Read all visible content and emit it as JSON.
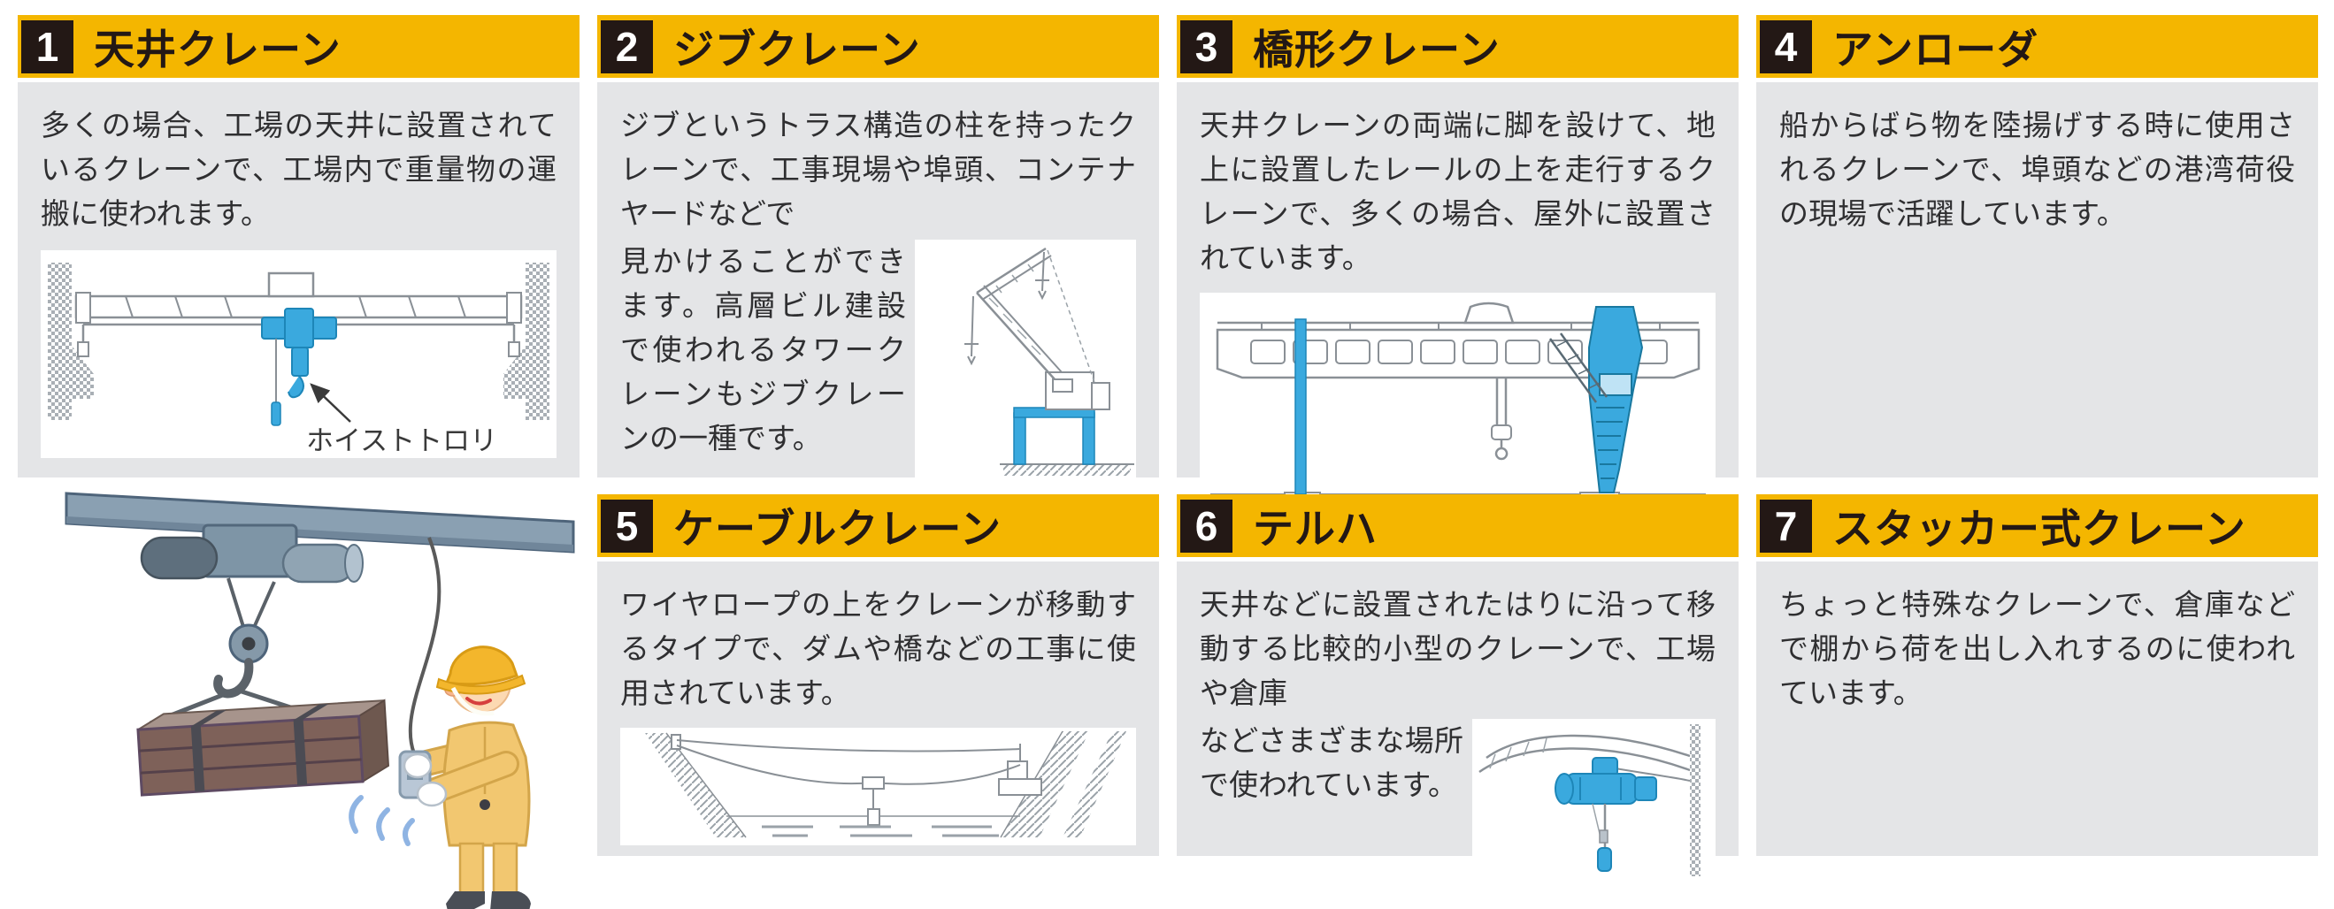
{
  "colors": {
    "header_yellow": "#F4B600",
    "number_box_bg": "#231815",
    "number_text": "#FFFFFF",
    "title_text": "#231815",
    "card_body_bg": "#E4E5E7",
    "body_text": "#2F2F31",
    "illustration_blue": "#3AA9DE",
    "line_gray": "#8A9096"
  },
  "cards": [
    {
      "number": "1",
      "title": "天井クレーン",
      "body": "多くの場合、工場の天井に設置されているクレーンで、工場内で重量物の運搬に使われます。",
      "caption": "ホイストトロリ",
      "illustration": "overhead-crane-diagram"
    },
    {
      "number": "2",
      "title": "ジブクレーン",
      "body_intro": "ジブというトラス構造の柱を持ったクレーンで、工事現場や埠頭、コンテナヤードなどで",
      "body_rest": "見かけることができます。高層ビル建設で使われるタワークレーンもジブクレーンの一種です。",
      "illustration": "jib-crane-diagram"
    },
    {
      "number": "3",
      "title": "橋形クレーン",
      "body": "天井クレーンの両端に脚を設けて、地上に設置したレールの上を走行するクレーンで、多くの場合、屋外に設置されています。",
      "illustration": "gantry-crane-diagram"
    },
    {
      "number": "4",
      "title": "アンローダ",
      "body": "船からばら物を陸揚げする時に使用されるクレーンで、埠頭などの港湾荷役の現場で活躍しています。"
    },
    {
      "number": "5",
      "title": "ケーブルクレーン",
      "body": "ワイヤロープの上をクレーンが移動するタイプで、ダムや橋などの工事に使用されています。",
      "illustration": "cable-crane-diagram"
    },
    {
      "number": "6",
      "title": "テルハ",
      "body_intro": "天井などに設置されたはりに沿って移動する比較的小型のクレーンで、工場や倉庫",
      "body_rest": "などさまざまな場所で使われています。",
      "illustration": "telpher-diagram"
    },
    {
      "number": "7",
      "title": "スタッカー式クレーン",
      "body": "ちょっと特殊なクレーンで、倉庫などで棚から荷を出し入れするのに使われています。"
    }
  ],
  "figures": {
    "worker_cartoon": "worker-operating-overhead-hoist-with-pendant-control"
  }
}
